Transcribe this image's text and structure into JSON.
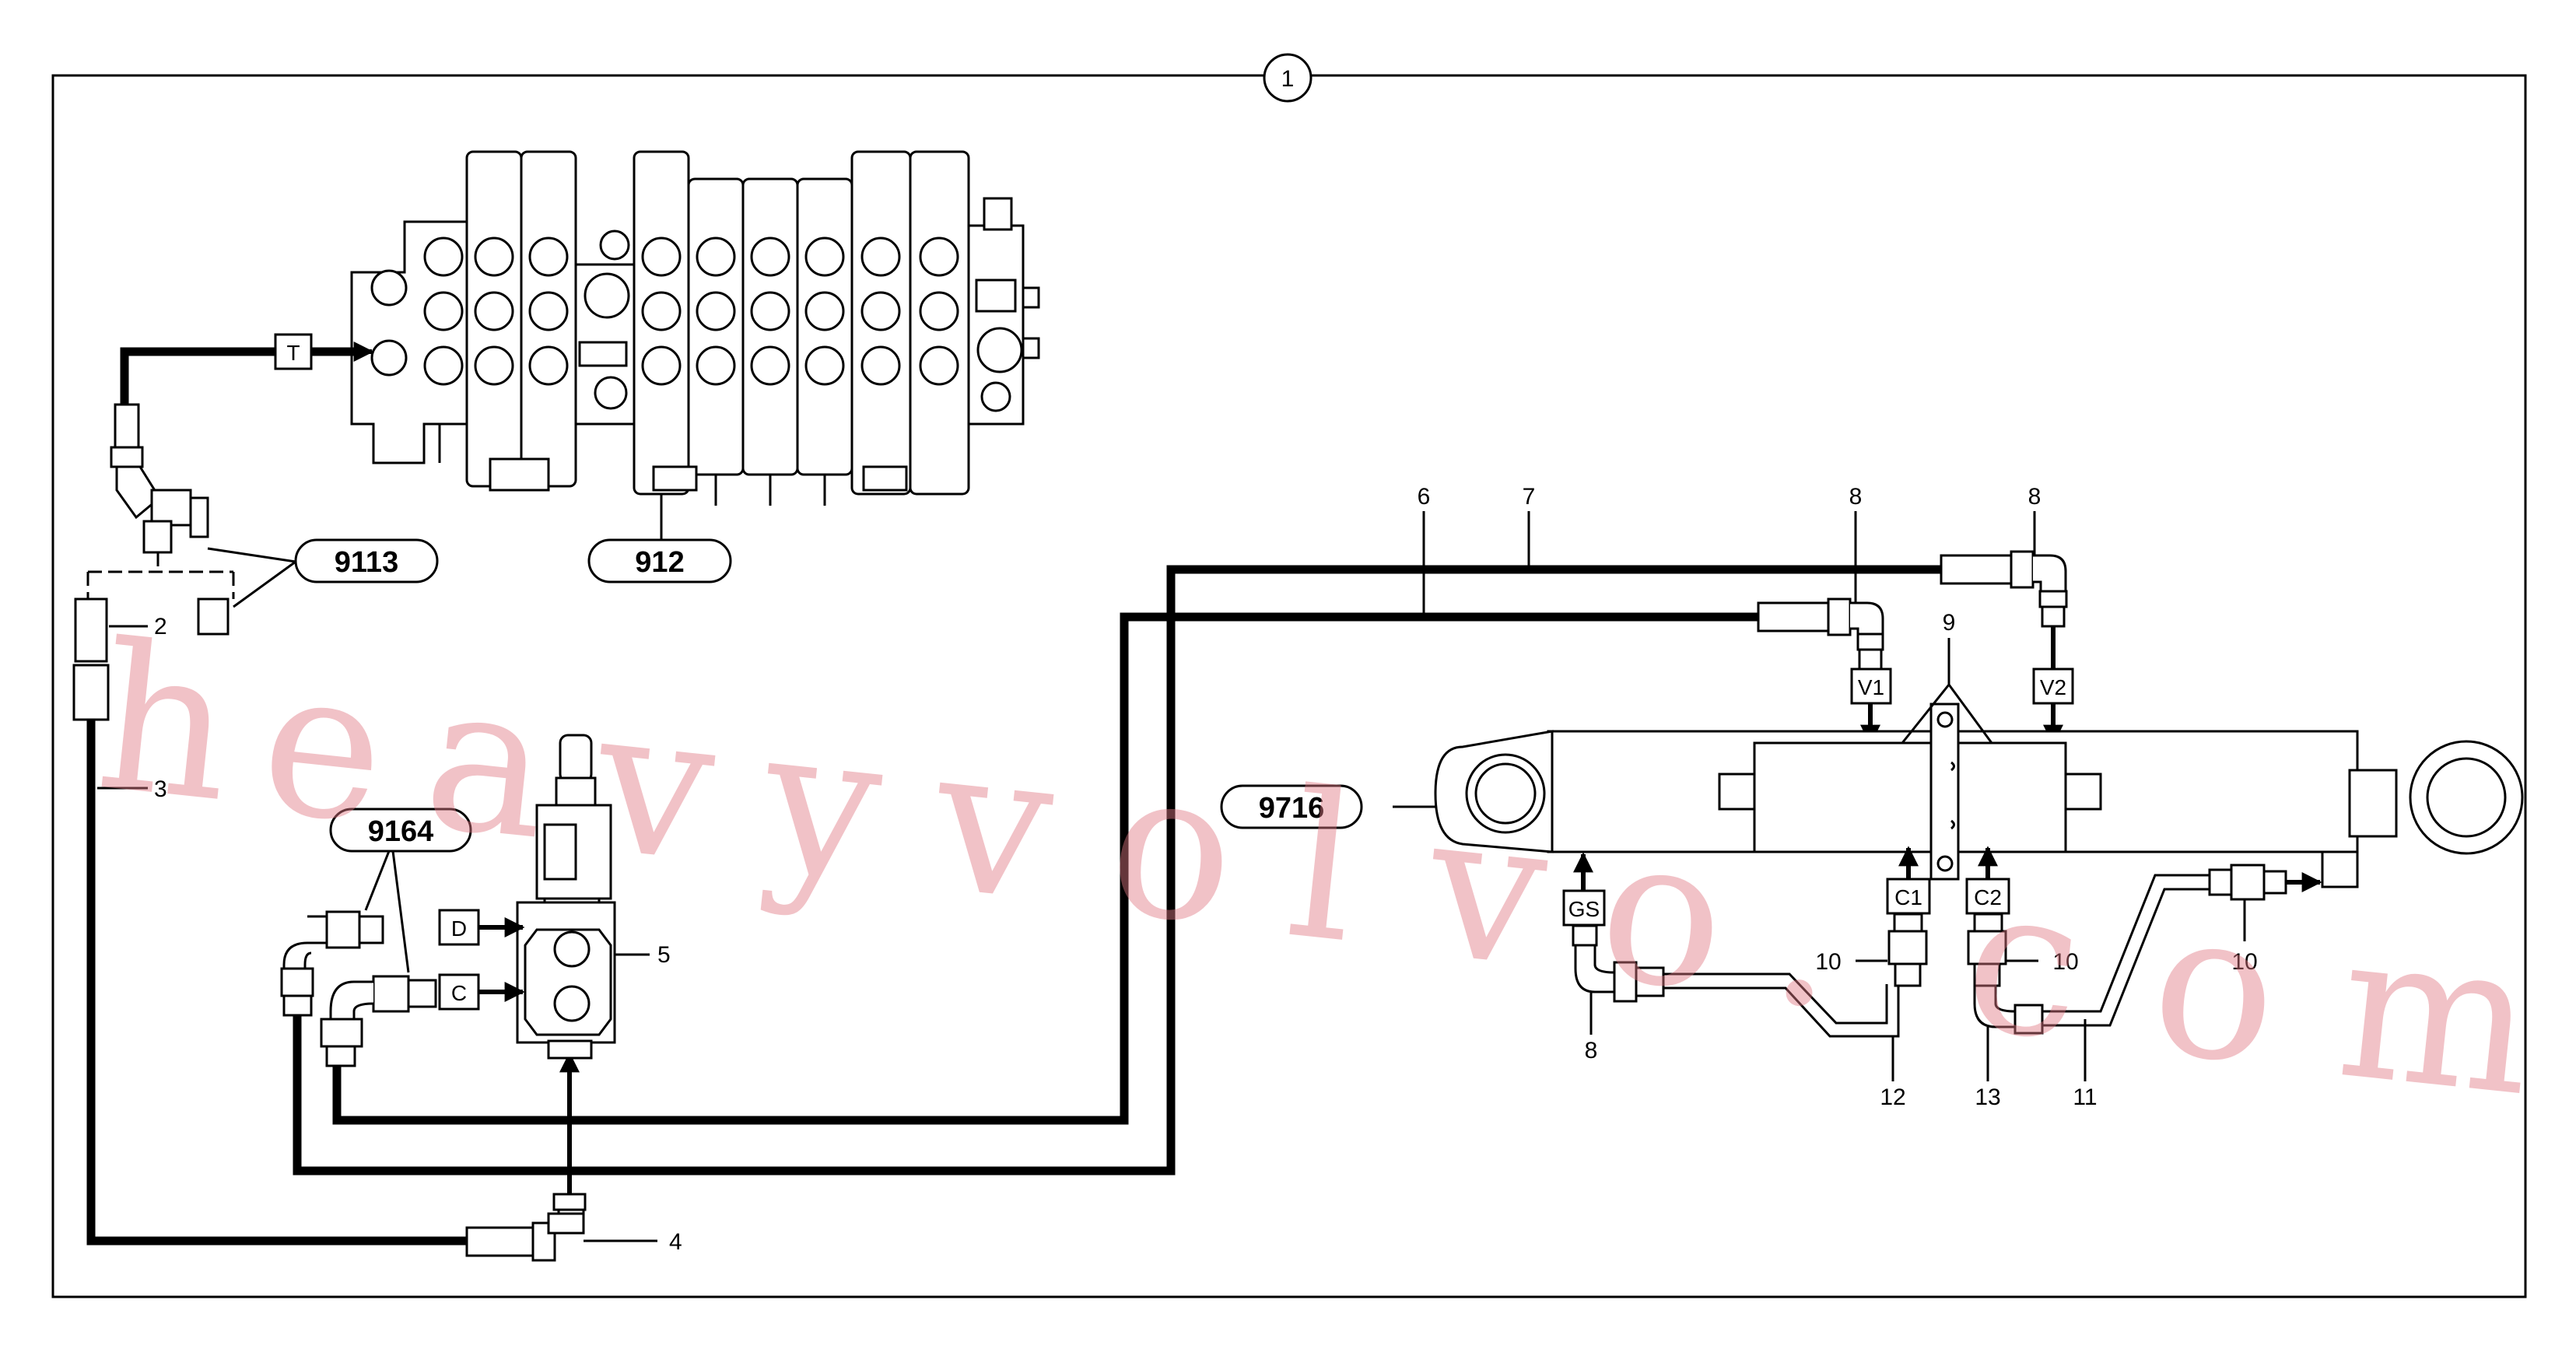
{
  "frame": {
    "index_label": "1"
  },
  "assemblies": {
    "a9113": "9113",
    "a912": "912",
    "a9164": "9164",
    "a9716": "9716"
  },
  "ports": {
    "T": "T",
    "D": "D",
    "C": "C",
    "V1": "V1",
    "V2": "V2",
    "GS": "GS",
    "C1": "C1",
    "C2": "C2"
  },
  "callouts": {
    "n2": "2",
    "n3": "3",
    "n4": "4",
    "n5": "5",
    "n6": "6",
    "n7": "7",
    "n8a": "8",
    "n8b": "8",
    "n8c": "8",
    "n9": "9",
    "n10a": "10",
    "n10b": "10",
    "n10c": "10",
    "n11": "11",
    "n12": "12",
    "n13": "13"
  },
  "watermark": {
    "letters": [
      "h",
      "e",
      "a",
      "v",
      "y",
      "v",
      "o",
      "l",
      "v",
      "o",
      ".",
      "c",
      "o",
      "m"
    ]
  }
}
